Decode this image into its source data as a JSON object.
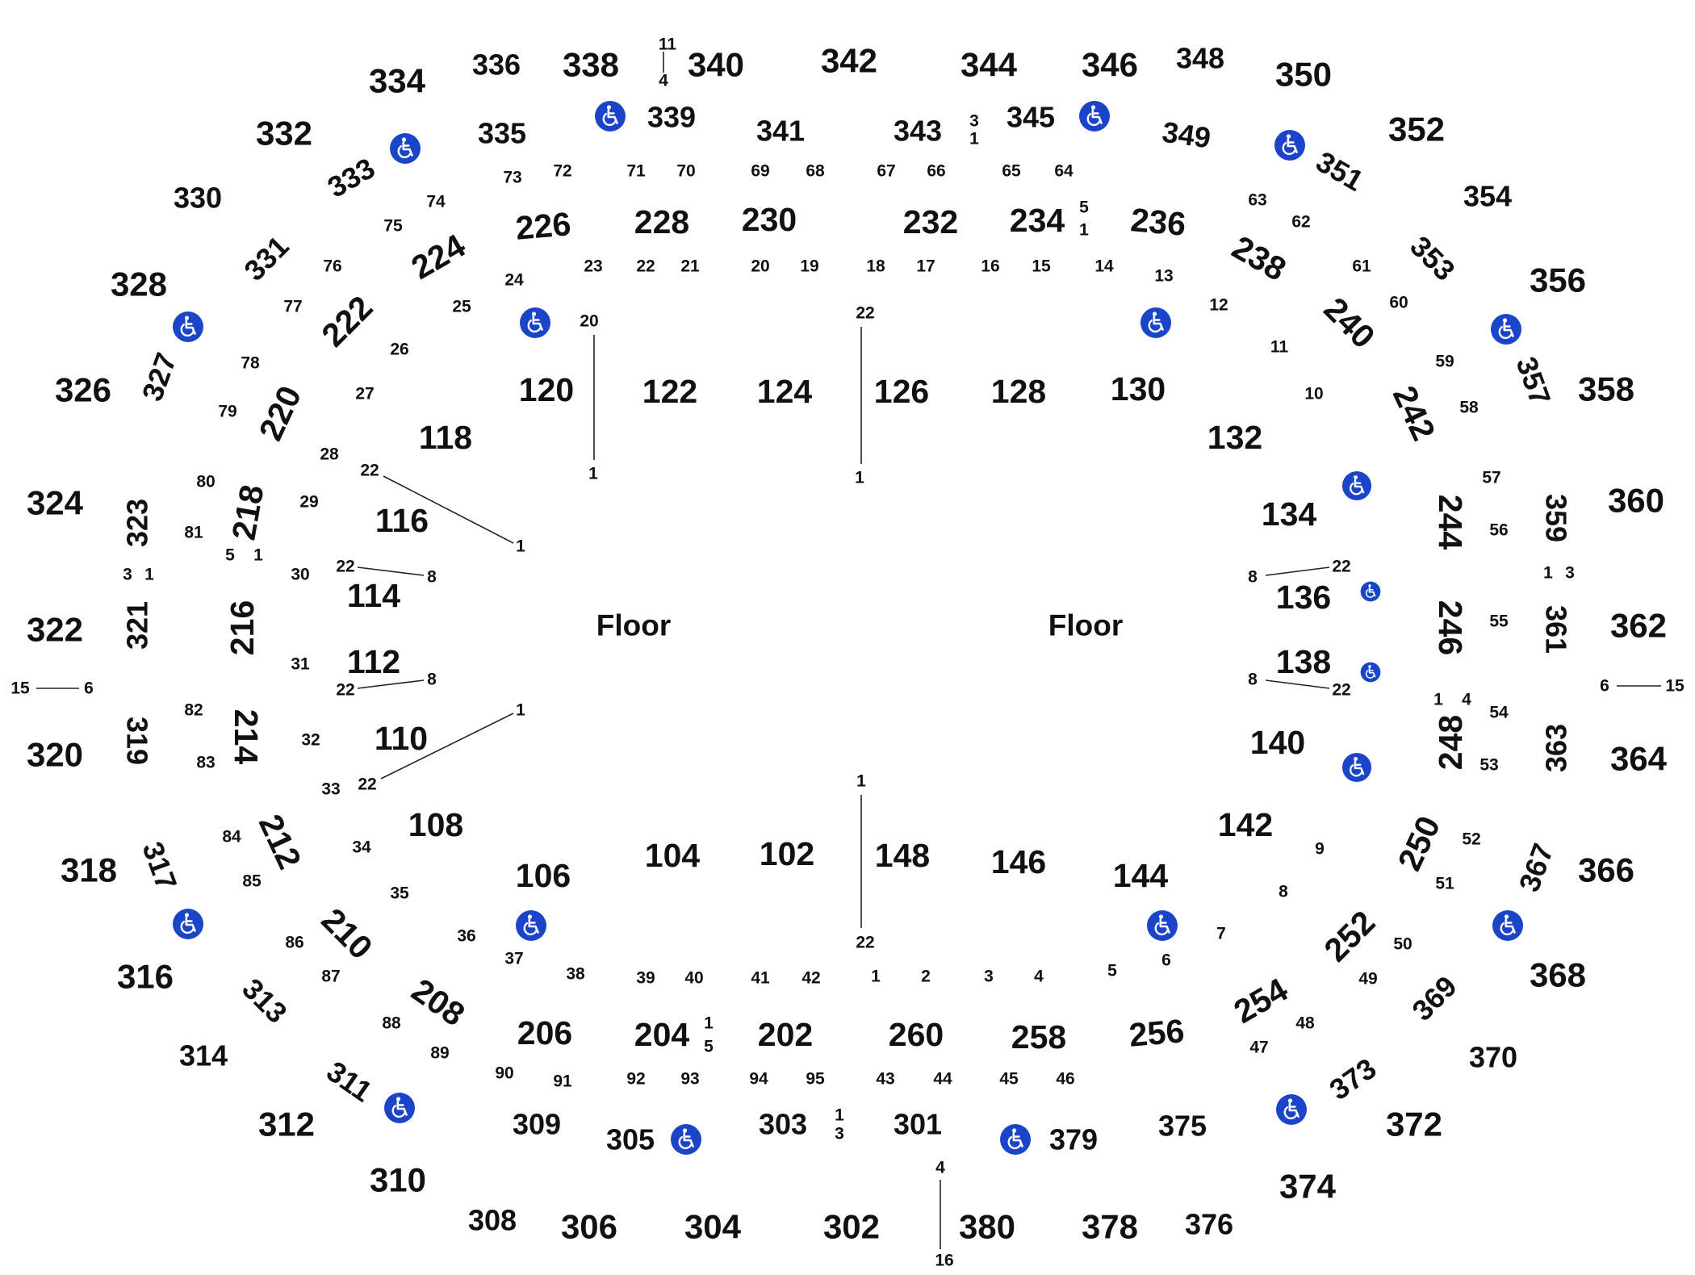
{
  "map": {
    "accessible_icon": "wheelchair-accessible-icon",
    "accessible_color": "#1b45c8",
    "floor_labels": [
      {
        "text": "Floor"
      },
      {
        "text": "Floor"
      }
    ],
    "sections_300": [
      "302",
      "303",
      "304",
      "305",
      "306",
      "308",
      "309",
      "310",
      "311",
      "312",
      "313",
      "314",
      "316",
      "317",
      "318",
      "319",
      "320",
      "321",
      "322",
      "323",
      "324",
      "326",
      "327",
      "328",
      "330",
      "331",
      "332",
      "333",
      "334",
      "335",
      "336",
      "338",
      "339",
      "340",
      "341",
      "342",
      "343",
      "344",
      "345",
      "346",
      "348",
      "349",
      "350",
      "351",
      "352",
      "353",
      "354",
      "356",
      "357",
      "358",
      "359",
      "360",
      "361",
      "362",
      "363",
      "364",
      "366",
      "367",
      "368",
      "369",
      "370",
      "372",
      "373",
      "374",
      "375",
      "376",
      "378",
      "379",
      "380",
      "301"
    ],
    "sections_200": [
      "202",
      "204",
      "206",
      "208",
      "210",
      "212",
      "214",
      "216",
      "218",
      "220",
      "222",
      "224",
      "226",
      "228",
      "230",
      "232",
      "234",
      "236",
      "238",
      "240",
      "242",
      "244",
      "246",
      "248",
      "250",
      "252",
      "254",
      "256",
      "258",
      "260"
    ],
    "sections_100": [
      "102",
      "104",
      "106",
      "108",
      "110",
      "112",
      "114",
      "116",
      "118",
      "120",
      "122",
      "124",
      "126",
      "128",
      "130",
      "132",
      "134",
      "136",
      "138",
      "140",
      "142",
      "144",
      "146",
      "148"
    ],
    "row_numbers": [
      "1",
      "2",
      "3",
      "4",
      "5",
      "6",
      "7",
      "8",
      "9",
      "10",
      "11",
      "12",
      "13",
      "14",
      "15",
      "16",
      "17",
      "18",
      "19",
      "20",
      "21",
      "22",
      "23",
      "24",
      "25",
      "26",
      "27",
      "28",
      "29",
      "30",
      "31",
      "32",
      "33",
      "34",
      "35",
      "36",
      "37",
      "38",
      "39",
      "40",
      "41",
      "42",
      "43",
      "44",
      "45",
      "46",
      "47",
      "48",
      "49",
      "50",
      "51",
      "52",
      "53",
      "54",
      "55",
      "56",
      "57",
      "58",
      "59",
      "60",
      "61",
      "62",
      "63",
      "64",
      "65",
      "66",
      "67",
      "68",
      "69",
      "70",
      "71",
      "72",
      "73",
      "74",
      "75",
      "76",
      "77",
      "78",
      "79",
      "80",
      "81",
      "82",
      "83",
      "84",
      "85",
      "86",
      "87",
      "88",
      "89",
      "90",
      "91",
      "92",
      "93",
      "94",
      "95"
    ]
  }
}
